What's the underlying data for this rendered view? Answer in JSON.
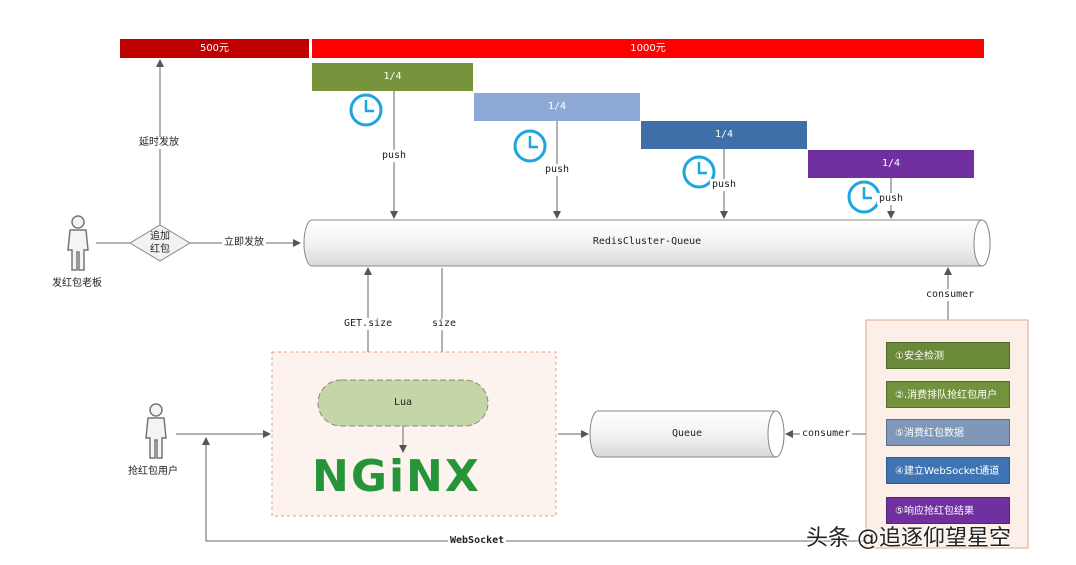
{
  "budget": {
    "part1": "500元",
    "part2": "1000元"
  },
  "segments": [
    {
      "label": "1/4",
      "color": "#77933c"
    },
    {
      "label": "1/4",
      "color": "#8ea9d6"
    },
    {
      "label": "1/4",
      "color": "#3f6fa8"
    },
    {
      "label": "1/4",
      "color": "#7030a0"
    }
  ],
  "push_label": "push",
  "boss": {
    "label": "发红包老板",
    "decision": "追加\n红包",
    "delay_label": "延时发放",
    "immediate_label": "立即发放"
  },
  "queue_main": "RedisCluster-Queue",
  "consumer_label": "consumer",
  "get_size_label": "GET.size",
  "size_label": "size",
  "lua_label": "Lua",
  "nginx_logo": "NGiNX",
  "queue_label": "Queue",
  "user_label": "抢红包用户",
  "websocket_label": "WebSocket",
  "steps": [
    {
      "label": "①安全检测",
      "color": "#6a8a3a"
    },
    {
      "label": "②.消费排队抢红包用户",
      "color": "#72923e"
    },
    {
      "label": "⑤消费红包数据",
      "color": "#7f97b8"
    },
    {
      "label": "④建立WebSocket通道",
      "color": "#3f74b4"
    },
    {
      "label": "⑤响应抢红包结果",
      "color": "#7030a0"
    }
  ],
  "watermark": "头条 @追逐仰望星空",
  "colors": {
    "budget_dark": "#c00000",
    "budget_red": "#ff0000",
    "clock": "#1ea5e0",
    "nginx_green": "#269539"
  }
}
